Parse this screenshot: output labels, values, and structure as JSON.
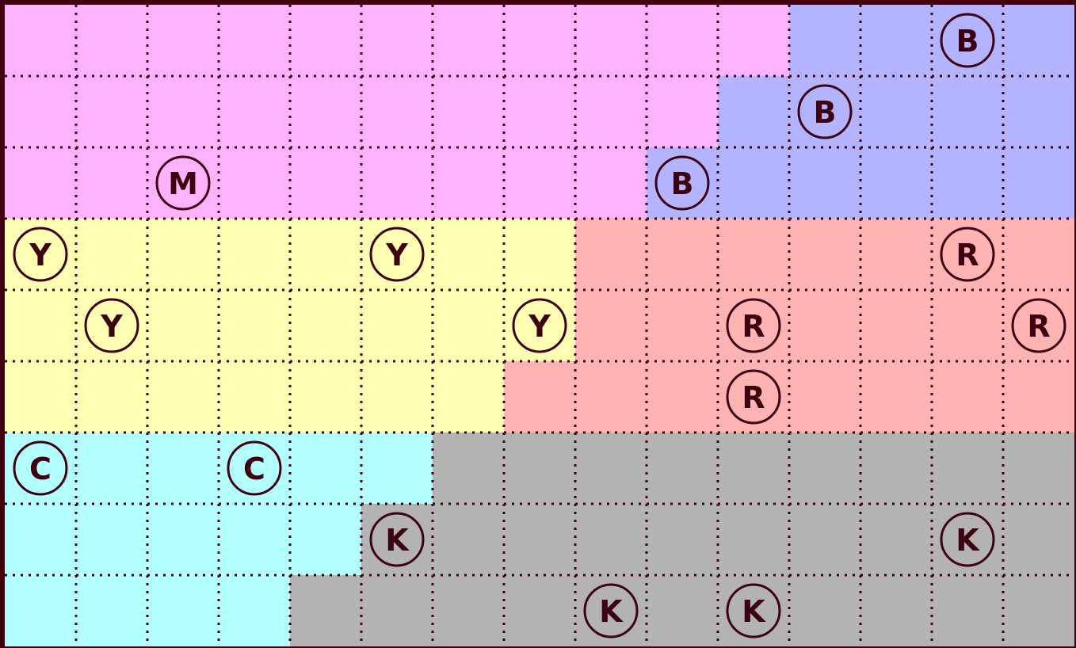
{
  "board": {
    "rows": 9,
    "cols": 15,
    "regions": [
      {
        "letter": "M",
        "color": "#ffb3ff"
      },
      {
        "letter": "B",
        "color": "#b3b3ff"
      },
      {
        "letter": "Y",
        "color": "#ffffb3"
      },
      {
        "letter": "R",
        "color": "#ffb3b3"
      },
      {
        "letter": "C",
        "color": "#b3ffff"
      },
      {
        "letter": "K",
        "color": "#b3b3b3"
      }
    ],
    "layout": [
      "MMMMMMMMMMMBBBB",
      "MMMMMMMMMMBBBBB",
      "MMMMMMMMMBBBBBB",
      "YYYYYYYYRRRRRRR",
      "YYYYYYYYRRRRRRR",
      "YYYYYYYRRRRRRRR",
      "CCCCCCKKKKKKKKK",
      "CCCCCKKKKKKKKKK",
      "CCCCKKKKKKKKKKK"
    ],
    "marks": [
      {
        "row": 0,
        "col": 13,
        "label": "B"
      },
      {
        "row": 1,
        "col": 11,
        "label": "B"
      },
      {
        "row": 2,
        "col": 2,
        "label": "M"
      },
      {
        "row": 2,
        "col": 9,
        "label": "B"
      },
      {
        "row": 3,
        "col": 0,
        "label": "Y"
      },
      {
        "row": 3,
        "col": 5,
        "label": "Y"
      },
      {
        "row": 3,
        "col": 13,
        "label": "R"
      },
      {
        "row": 4,
        "col": 1,
        "label": "Y"
      },
      {
        "row": 4,
        "col": 7,
        "label": "Y"
      },
      {
        "row": 4,
        "col": 10,
        "label": "R"
      },
      {
        "row": 4,
        "col": 14,
        "label": "R"
      },
      {
        "row": 5,
        "col": 10,
        "label": "R"
      },
      {
        "row": 6,
        "col": 0,
        "label": "C"
      },
      {
        "row": 6,
        "col": 3,
        "label": "C"
      },
      {
        "row": 7,
        "col": 5,
        "label": "K"
      },
      {
        "row": 7,
        "col": 13,
        "label": "K"
      },
      {
        "row": 8,
        "col": 8,
        "label": "K"
      },
      {
        "row": 8,
        "col": 10,
        "label": "K"
      }
    ],
    "grid_color": "#3d0010",
    "border_color": "#400010"
  }
}
